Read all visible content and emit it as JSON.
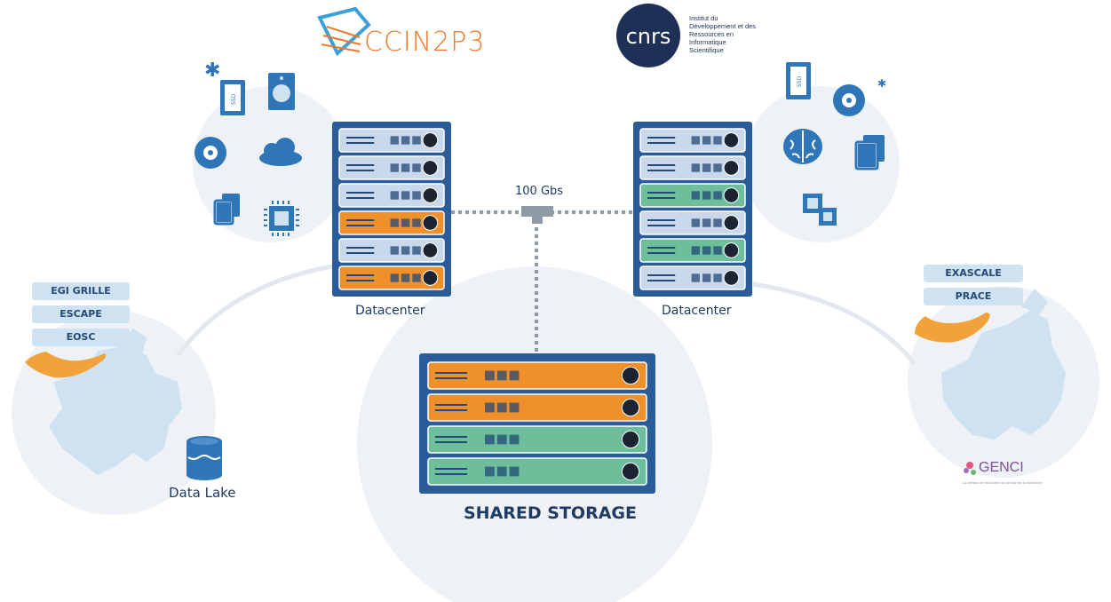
{
  "logos": {
    "ccin2p3": "CCIN2P3",
    "cnrs_mark": "cnrs",
    "cnrs_line1": "Institut du",
    "cnrs_line2": "Développement et des",
    "cnrs_line3": "Ressources en",
    "cnrs_line4": "Informatique",
    "cnrs_line5": "Scientifique",
    "genci": "GENCI",
    "genci_tagline": "La vitesse de rencontre au service de la recherche"
  },
  "left_datacenter": {
    "label": "Datacenter",
    "slots": [
      "blue",
      "blue",
      "blue",
      "orange",
      "blue",
      "orange"
    ]
  },
  "right_datacenter": {
    "label": "Datacenter",
    "slots": [
      "blue",
      "blue",
      "green",
      "blue",
      "green",
      "blue"
    ]
  },
  "link": {
    "label": "100 Gbs"
  },
  "shared_storage": {
    "label": "SHARED STORAGE",
    "slots": [
      "orange",
      "orange",
      "green",
      "green"
    ]
  },
  "left_region": {
    "pills": [
      "EGI GRILLE",
      "ESCAPE",
      "EOSC"
    ],
    "data_lake_label": "Data Lake"
  },
  "right_region": {
    "pills": [
      "EXASCALE",
      "PRACE"
    ]
  },
  "colors": {
    "navy": "#234a78",
    "rack_blue": "#2a5c9a",
    "slot_blue": "#c9d8ea",
    "slot_orange": "#f0902a",
    "slot_green": "#6cbf9a",
    "bubble": "#eef2f6",
    "icon_blue": "#2f76b8",
    "hand_orange": "#f2a23a"
  }
}
